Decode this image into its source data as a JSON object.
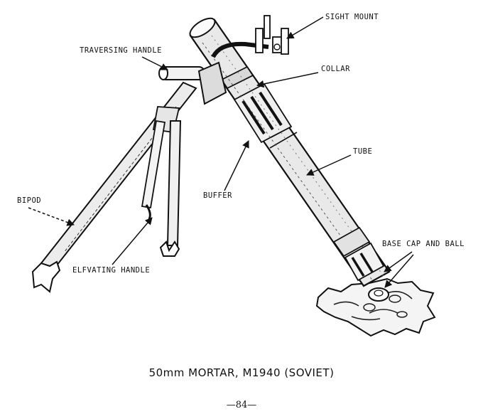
{
  "labels": {
    "sight_mount": "SIGHT MOUNT",
    "traversing_handle": "TRAVERSING HANDLE",
    "collar": "COLLAR",
    "tube": "TUBE",
    "buffer": "BUFFER",
    "bipod": "BIPOD",
    "base_cap_and_ball": "BASE CAP AND BALL",
    "elevating_handle": "ELFVATING HANDLE"
  },
  "caption": "50mm MORTAR, M1940 (SOVIET)",
  "page_number": "—84—"
}
